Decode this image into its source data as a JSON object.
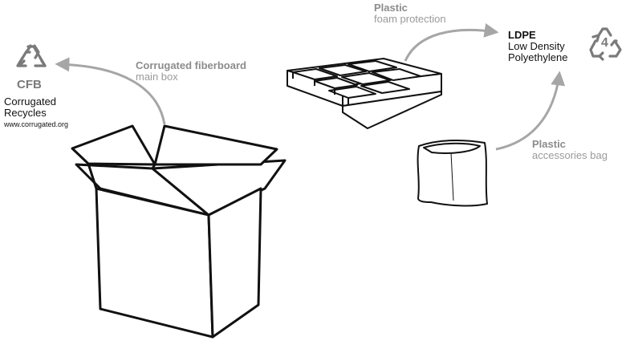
{
  "cfb_symbol": {
    "code": "CFB",
    "line1": "Corrugated",
    "line2": "Recycles",
    "url": "www.corrugated.org"
  },
  "box_label": {
    "title": "Corrugated fiberboard",
    "subtitle": "main box"
  },
  "foam_label": {
    "title": "Plastic",
    "subtitle": "foam protection"
  },
  "ldpe_label": {
    "code": "LDPE",
    "line1": "Low Density",
    "line2": "Polyethylene",
    "resin_number": "4"
  },
  "bag_label": {
    "title": "Plastic",
    "subtitle": "accessories bag"
  },
  "colors": {
    "arrow": "#a6a6a6",
    "label_grey": "#8c8c8c",
    "symbol_grey": "#7a7a7a",
    "outline": "#111111"
  }
}
